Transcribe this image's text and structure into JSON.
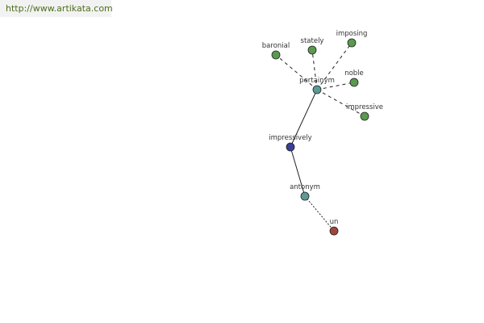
{
  "header": {
    "url": "http://www.artikata.com"
  },
  "colors": {
    "synonym": "#5a9a4e",
    "relation": "#5b9a95",
    "root": "#3a3f96",
    "prefix": "#a0453d",
    "edge": "#222222"
  },
  "diagram": {
    "nodes": [
      {
        "id": "impressively",
        "label": "impressively",
        "kind": "root"
      },
      {
        "id": "pertainym",
        "label": "pertainym",
        "kind": "relation"
      },
      {
        "id": "antonym",
        "label": "antonym",
        "kind": "relation"
      },
      {
        "id": "baronial",
        "label": "baronial",
        "kind": "synonym"
      },
      {
        "id": "stately",
        "label": "stately",
        "kind": "synonym"
      },
      {
        "id": "imposing",
        "label": "imposing",
        "kind": "synonym"
      },
      {
        "id": "noble",
        "label": "noble",
        "kind": "synonym"
      },
      {
        "id": "impressive",
        "label": "impressive",
        "kind": "synonym"
      },
      {
        "id": "un",
        "label": "un",
        "kind": "prefix"
      }
    ],
    "edges": [
      {
        "from": "impressively",
        "to": "pertainym",
        "style": "solid"
      },
      {
        "from": "impressively",
        "to": "antonym",
        "style": "solid"
      },
      {
        "from": "pertainym",
        "to": "baronial",
        "style": "dashed"
      },
      {
        "from": "pertainym",
        "to": "stately",
        "style": "dashed"
      },
      {
        "from": "pertainym",
        "to": "imposing",
        "style": "dashed"
      },
      {
        "from": "pertainym",
        "to": "noble",
        "style": "dashed"
      },
      {
        "from": "pertainym",
        "to": "impressive",
        "style": "dashed"
      },
      {
        "from": "antonym",
        "to": "un",
        "style": "dotted"
      }
    ]
  }
}
